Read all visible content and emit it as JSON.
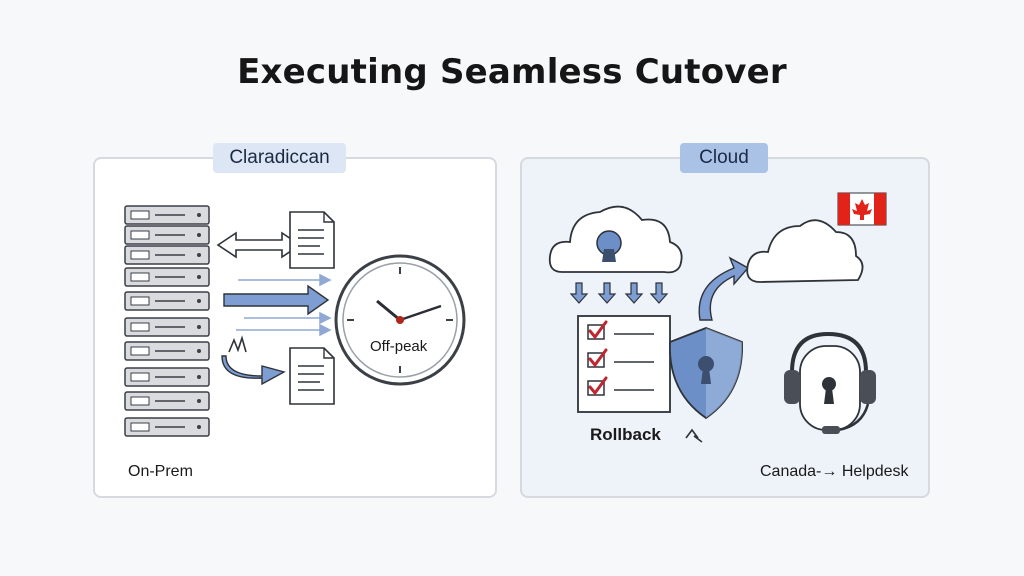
{
  "title": "Executing Seamless Cutover",
  "left_panel": {
    "tag": "Claradiccan",
    "label": "On-Prem",
    "clock_label": "Off-peak"
  },
  "right_panel": {
    "tag": "Cloud",
    "rollback_label": "Rollback",
    "helpdesk_label": "Canada-→ Helpdesk"
  },
  "colors": {
    "accent_blue": "#6d8fc8",
    "arrow_blue": "#7d9dd3",
    "check_red": "#c0262d",
    "flag_red": "#e2231a"
  }
}
